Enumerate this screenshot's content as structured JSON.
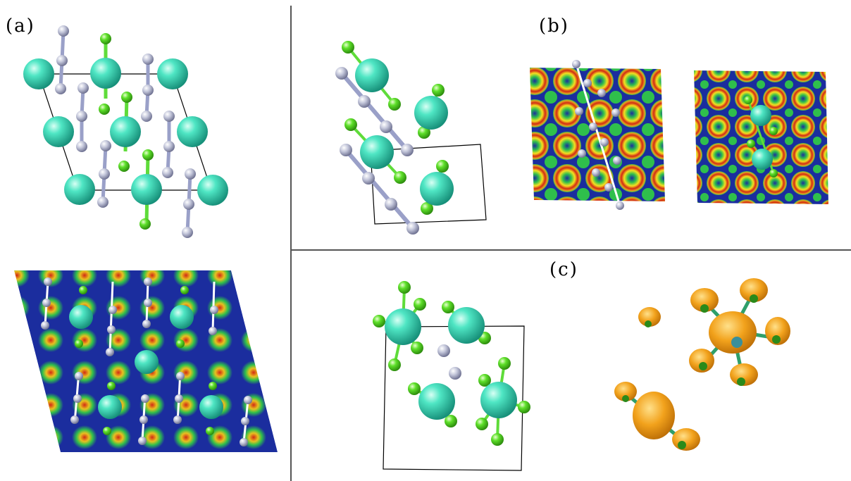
{
  "panels": {
    "a": {
      "label": "(a)"
    },
    "b": {
      "label": "(b)"
    },
    "c": {
      "label": "(c)"
    }
  },
  "colors": {
    "background": "#ffffff",
    "divider": "#555555",
    "large_atom": "#3fd9b8",
    "small_grey_atom": "#b8bbd0",
    "green_atom": "#4cd21a",
    "bond_grey": "#9aa0c8",
    "bond_green": "#5fdc3a",
    "isosurface": "#f2a21c",
    "map_low": "#1b2d9e",
    "map_mid": "#2fbf4c",
    "map_high": "#d22a14"
  }
}
